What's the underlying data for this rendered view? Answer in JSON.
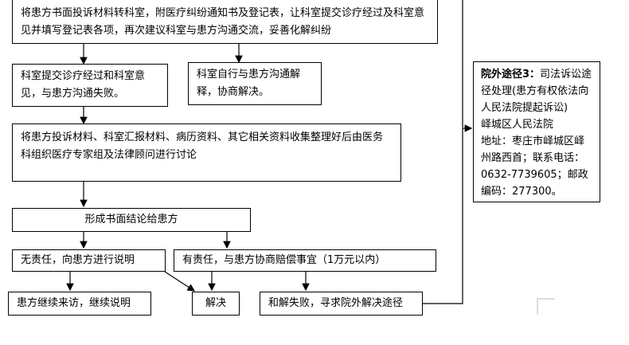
{
  "diagram": {
    "nodes": {
      "top": "将患方书面投诉材料转科室，附医疗纠纷通知书及登记表，让科室提交诊疗经过及科室意见并填写登记表各项，再次建议科室与患方沟通交流，妥善化解纠纷",
      "fail": "科室提交诊疗经过和科室意见，与患方沟通失败。",
      "self_resolve": "科室自行与患方沟通解释，协商解决。",
      "collect": "将患方投诉材料、科室汇报材料、病历资料、其它相关资料收集整理好后由医务科组织医疗专家组及法律顾问进行讨论",
      "written": "形成书面结论给患方",
      "no_liability": "无责任，向患方进行说明",
      "liability": "有责任，与患方协商赔偿事宜（1万元以内）",
      "continue_visit": "患方继续来访，继续说明",
      "resolved": "解决",
      "settle_fail": "和解失败，寻求院外解决途径"
    },
    "court_box": {
      "heading": "院外途径3：",
      "text": "司法诉讼途径处理(患方有权依法向人民法院提起诉讼)",
      "court": "峄城区人民法院",
      "address": "地址：枣庄市峄城区峄州路西首；联系电话：0632-7739605；邮政编码：277300。"
    }
  }
}
